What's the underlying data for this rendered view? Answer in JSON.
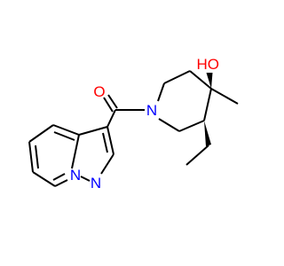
{
  "molecule": {
    "atoms": {
      "carbonyl_oxygen": {
        "symbol": "O",
        "color": "#ff0000"
      },
      "hydroxyl_oxygen": {
        "symbol": "HO",
        "color": "#ff0000"
      },
      "piperidine_nitrogen": {
        "symbol": "N",
        "color": "#0000ff"
      },
      "pyrazole_nitrogen": {
        "symbol": "N",
        "color": "#0000ff"
      },
      "bridgehead_nitrogen": {
        "symbol": "N",
        "color": "#0000ff"
      }
    },
    "bond_color": "#000000"
  }
}
